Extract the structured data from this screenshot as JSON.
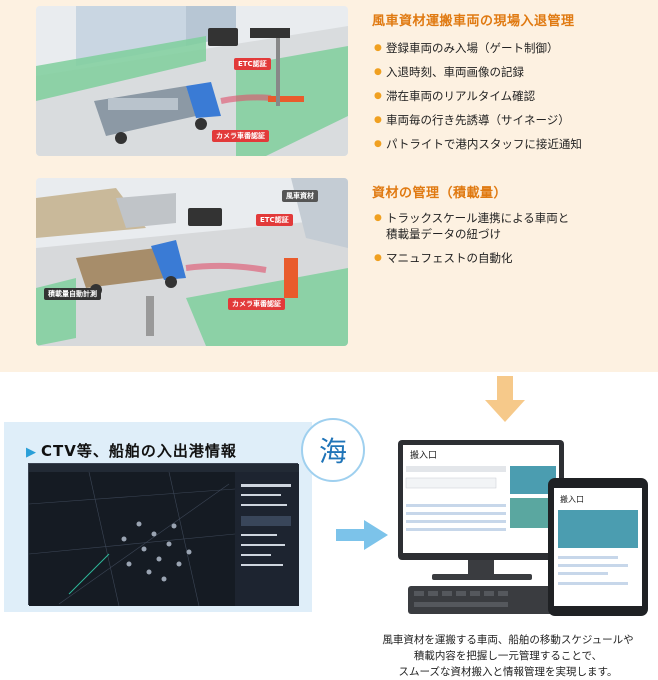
{
  "section1": {
    "title": "風車資材運搬車両の現場入退管理",
    "bullets": [
      "登録車両のみ入場（ゲート制御）",
      "入退時刻、車両画像の記録",
      "滞在車両のリアルタイム確認",
      "車両毎の行き先誘導（サイネージ）",
      "パトライトで港内スタッフに接近通知"
    ],
    "illus_labels": {
      "etc": "ETC認証",
      "camera": "カメラ車番認証"
    }
  },
  "section2": {
    "title": "資材の管理（積載量）",
    "bullets": [
      {
        "line1": "トラックスケール連携による車両と",
        "line2": "積載量データの紐づけ"
      },
      {
        "line1": "マニュフェストの自動化",
        "line2": ""
      }
    ],
    "illus_labels": {
      "etc": "ETC認証",
      "camera": "カメラ車番認証",
      "scale": "積載量自動計測",
      "sign": "風車資材"
    }
  },
  "sea": {
    "badge": "海",
    "title": "CTV等、船舶の入出港情報"
  },
  "devices": {
    "monitor_heading": "搬入口",
    "tablet_heading": "搬入口"
  },
  "caption": {
    "line1": "風車資材を運搬する車両、船舶の移動スケジュールや",
    "line2": "積載内容を把握し一元管理することで、",
    "line3": "スムーズな資材搬入と情報管理を実現します。"
  },
  "colors": {
    "accent": "#e07a12",
    "sea_blue": "#2a9fd8",
    "panel_bg": "#fdf1e1",
    "sea_bg": "#dfeef9"
  }
}
